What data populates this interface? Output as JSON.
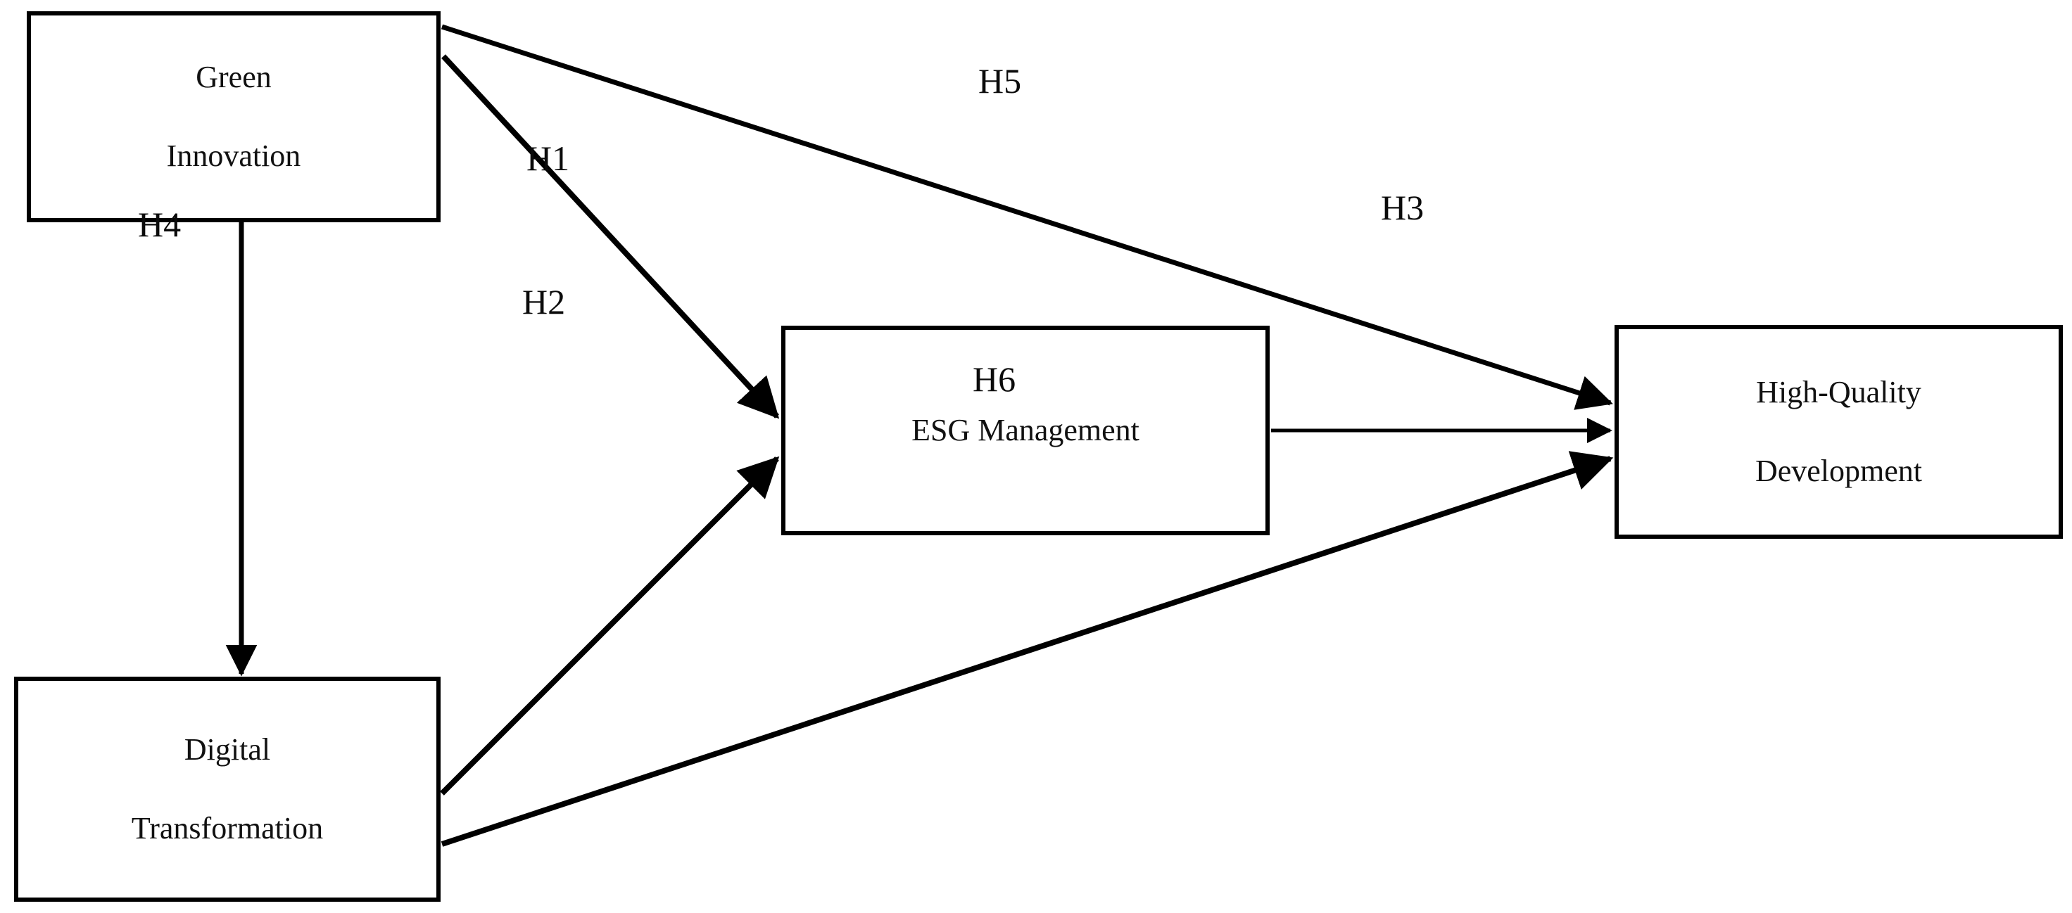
{
  "diagram": {
    "type": "conceptual-research-model",
    "nodes": [
      {
        "id": "green-innovation",
        "lines": [
          "Green",
          "Innovation"
        ]
      },
      {
        "id": "digital-transformation",
        "lines": [
          "Digital",
          "Transformation"
        ]
      },
      {
        "id": "esg-management",
        "lines": [
          "ESG Management"
        ]
      },
      {
        "id": "high-quality-development",
        "lines": [
          "High-Quality",
          "Development"
        ]
      }
    ],
    "edges": [
      {
        "id": "h1",
        "label": "H1",
        "from": "green-innovation",
        "to": "esg-management",
        "arrow": "single"
      },
      {
        "id": "h2",
        "label": "H2",
        "from": "digital-transformation",
        "to": "esg-management",
        "arrow": "single"
      },
      {
        "id": "h3",
        "label": "H3",
        "from": "esg-management",
        "to": "high-quality-development",
        "arrow": "single"
      },
      {
        "id": "h4",
        "label": "H4",
        "from": "green-innovation",
        "to": "digital-transformation",
        "arrow": "single"
      },
      {
        "id": "h5",
        "label": "H5",
        "from": "green-innovation",
        "to": "high-quality-development",
        "arrow": "single"
      },
      {
        "id": "h6",
        "label": "H6",
        "from": "digital-transformation",
        "to": "high-quality-development",
        "arrow": "single"
      }
    ],
    "style": {
      "stroke_color": "#000000",
      "node_border_color": "#000000",
      "node_fill": "#ffffff",
      "text_color": "#111111",
      "background": "#ffffff"
    }
  }
}
